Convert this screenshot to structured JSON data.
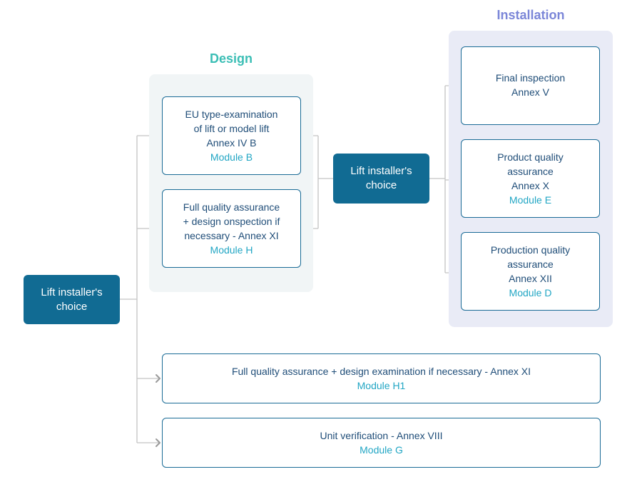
{
  "design": {
    "heading": "Design"
  },
  "installation": {
    "heading": "Installation"
  },
  "left_choice": {
    "label": "Lift installer's choice"
  },
  "middle_choice": {
    "label": "Lift installer's choice"
  },
  "design_boxes": [
    {
      "lines": [
        "EU type-examination",
        "of lift or model lift",
        "Annex IV B"
      ],
      "module": "Module B"
    },
    {
      "lines": [
        "Full quality assurance",
        "+ design onspection if",
        "necessary - Annex XI"
      ],
      "module": "Module H"
    }
  ],
  "install_boxes": [
    {
      "lines": [
        "Final inspection",
        "Annex V"
      ],
      "module": ""
    },
    {
      "lines": [
        "Product quality",
        "assurance",
        "Annex X"
      ],
      "module": "Module E"
    },
    {
      "lines": [
        "Production quality",
        "assurance",
        "Annex XII"
      ],
      "module": "Module D"
    }
  ],
  "wide_boxes": [
    {
      "lines": [
        "Full quality assurance + design examination if necessary - Annex XI"
      ],
      "module": "Module H1"
    },
    {
      "lines": [
        "Unit verification - Annex VIII"
      ],
      "module": "Module G"
    }
  ],
  "colors": {
    "choice_bg": "#116b93",
    "box_border": "#1a6b96",
    "module_text": "#22a6c4",
    "design_heading": "#3bbeb5",
    "installation_heading": "#7b86d8",
    "connector": "#bdbdbd"
  }
}
